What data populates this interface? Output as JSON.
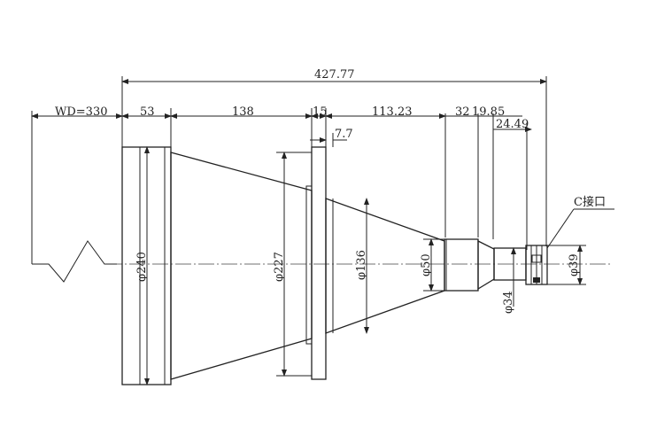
{
  "dimensions": {
    "total_length": "427.77",
    "working_distance": "WD=330",
    "seg_53": "53",
    "seg_138": "138",
    "seg_15": "15",
    "seg_113_23": "113.23",
    "seg_32": "32",
    "seg_19_85": "19.85",
    "seg_24_49": "24.49",
    "seg_7_7": "7.7"
  },
  "diameters": {
    "d240": "φ240",
    "d227": "φ227",
    "d136": "φ136",
    "d50": "φ50",
    "d34": "φ34",
    "d39": "φ39"
  },
  "mount_label": "C接口"
}
